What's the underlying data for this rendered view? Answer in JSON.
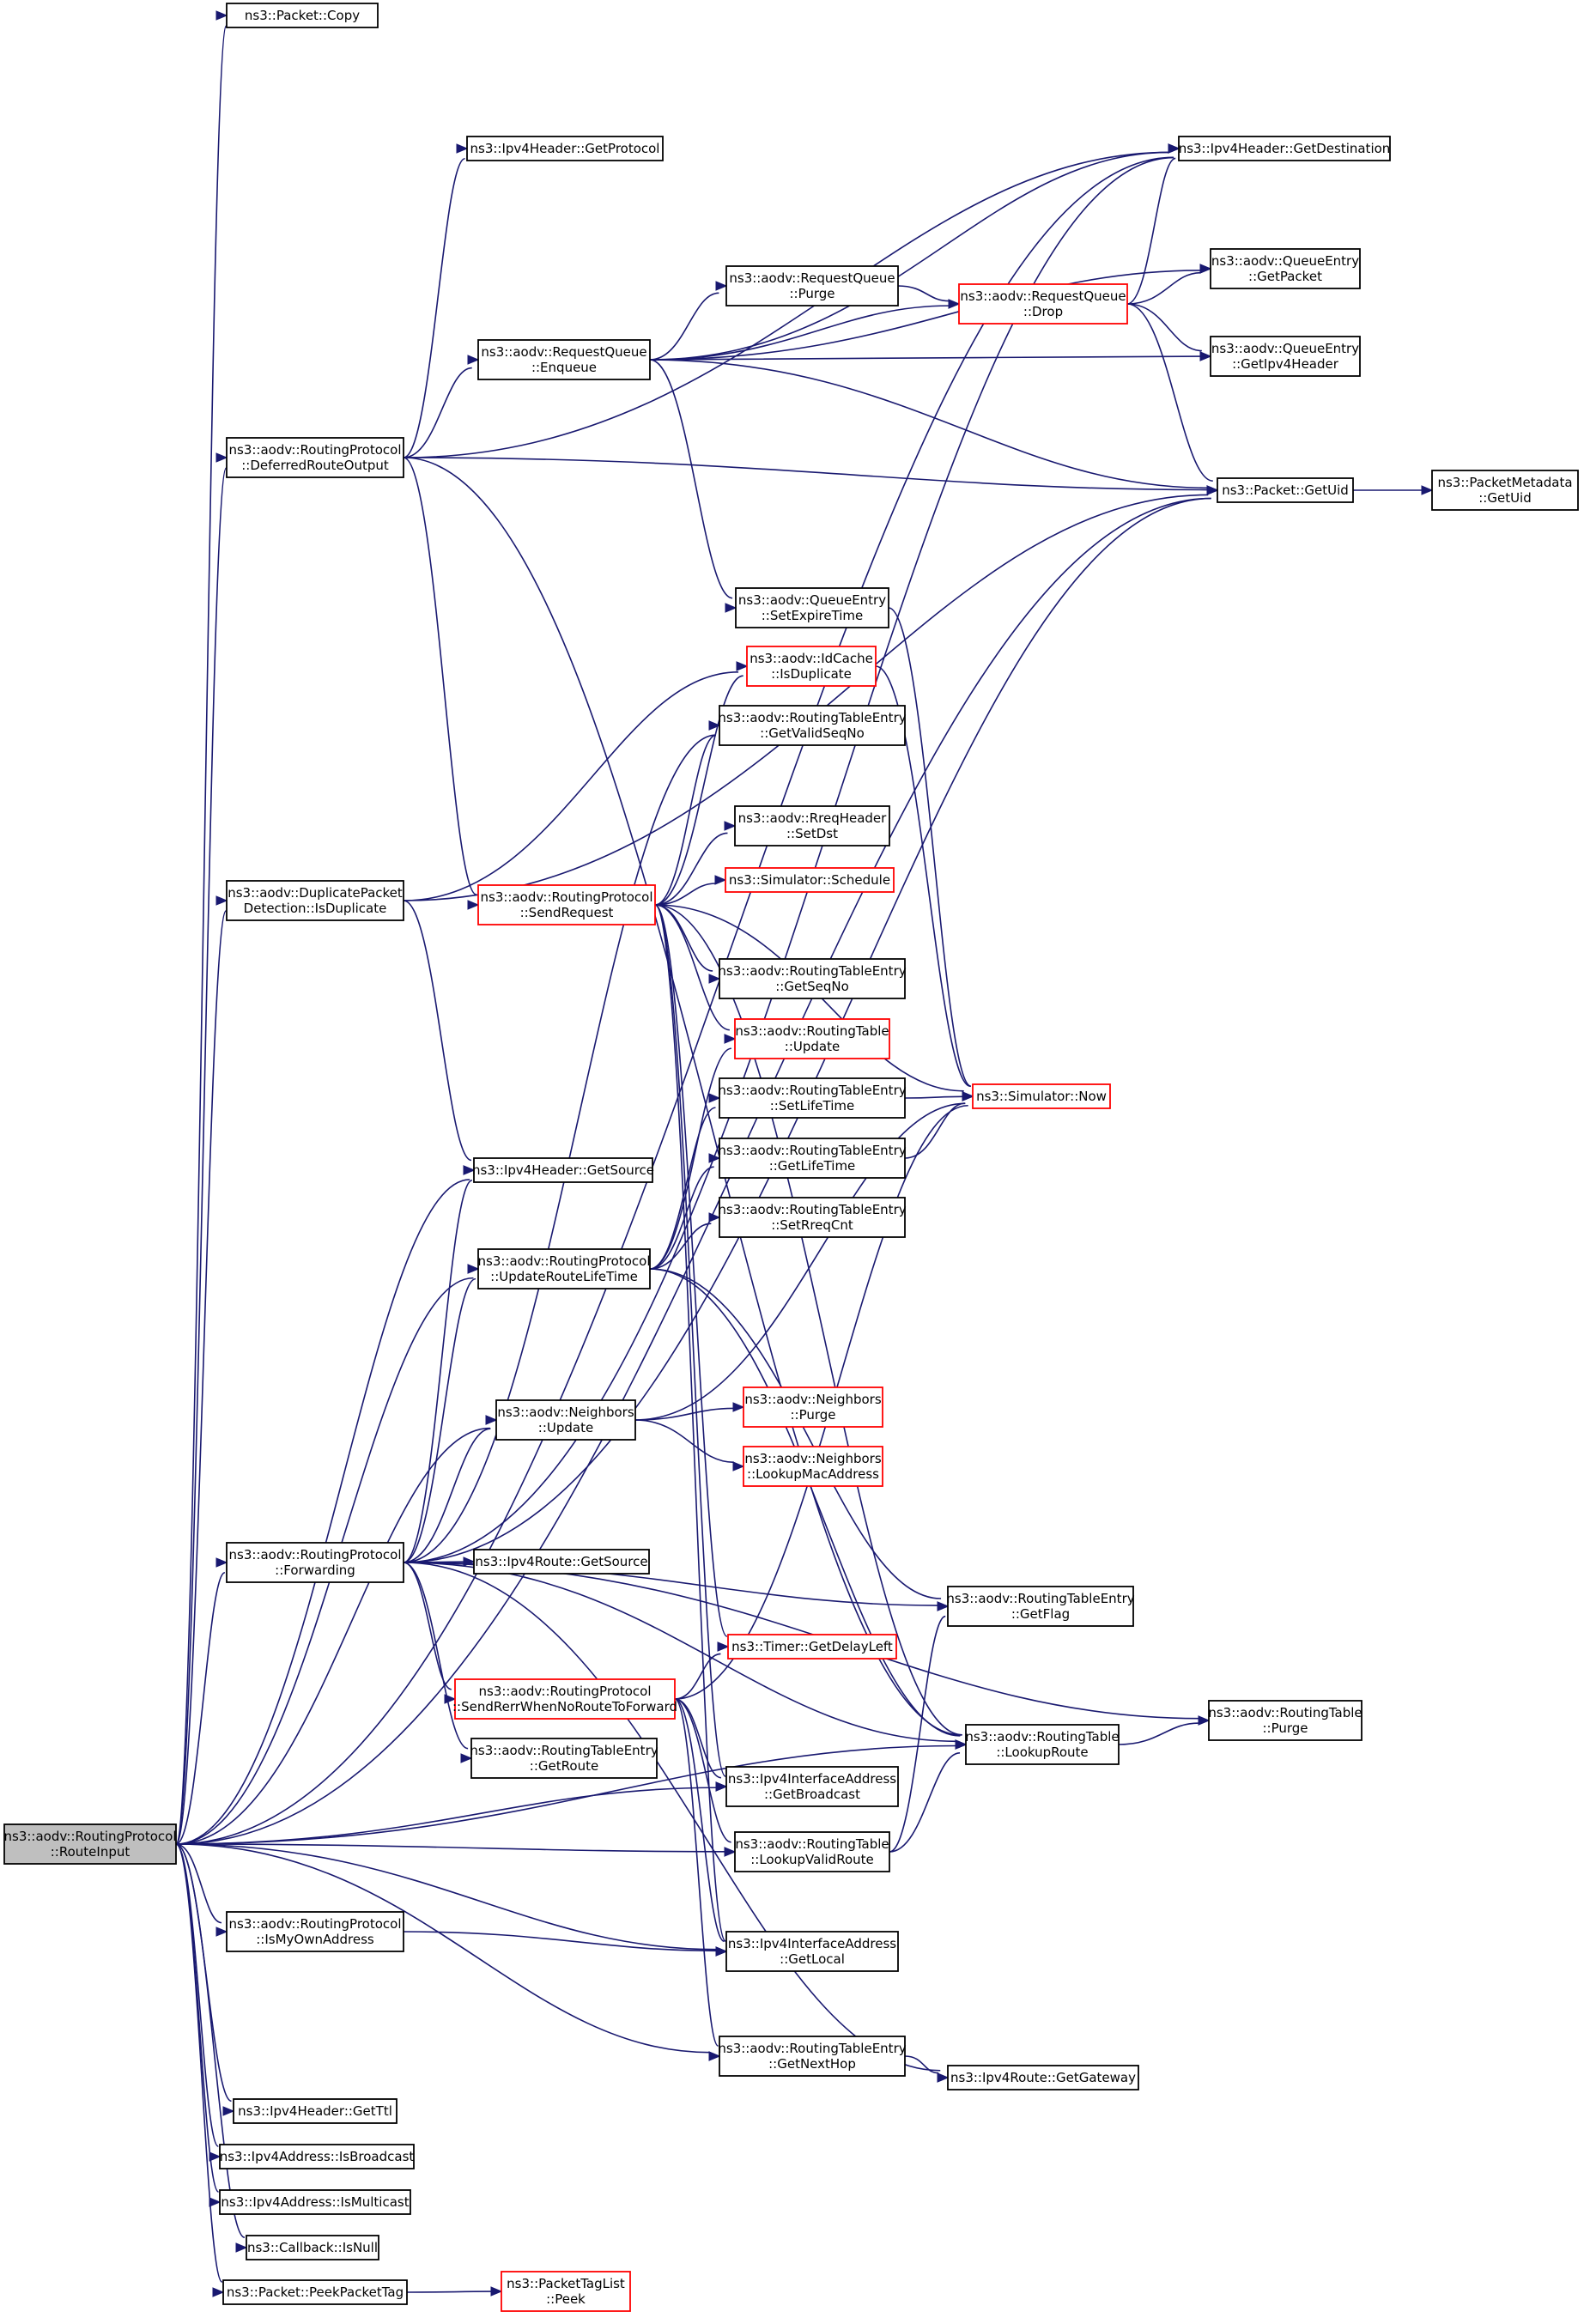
{
  "colors": {
    "edge": "#191970",
    "border_default": "#000000",
    "border_truncated": "#ff0000",
    "fill_default": "#ffffff",
    "fill_focus": "#bfbfbf"
  },
  "nodes": [
    {
      "id": "route_input",
      "lines": [
        "ns3::aodv::RoutingProtocol",
        "::RouteInput"
      ],
      "style": "focus"
    },
    {
      "id": "packet_copy",
      "lines": [
        "ns3::Packet::Copy"
      ],
      "style": "normal"
    },
    {
      "id": "deferred_route_output",
      "lines": [
        "ns3::aodv::RoutingProtocol",
        "::DeferredRouteOutput"
      ],
      "style": "normal"
    },
    {
      "id": "dpd_is_duplicate",
      "lines": [
        "ns3::aodv::DuplicatePacket",
        "Detection::IsDuplicate"
      ],
      "style": "normal"
    },
    {
      "id": "forwarding",
      "lines": [
        "ns3::aodv::RoutingProtocol",
        "::Forwarding"
      ],
      "style": "normal"
    },
    {
      "id": "is_my_own_address",
      "lines": [
        "ns3::aodv::RoutingProtocol",
        "::IsMyOwnAddress"
      ],
      "style": "normal"
    },
    {
      "id": "get_ttl",
      "lines": [
        "ns3::Ipv4Header::GetTtl"
      ],
      "style": "normal"
    },
    {
      "id": "is_broadcast",
      "lines": [
        "ns3::Ipv4Address::IsBroadcast"
      ],
      "style": "normal"
    },
    {
      "id": "is_multicast",
      "lines": [
        "ns3::Ipv4Address::IsMulticast"
      ],
      "style": "normal"
    },
    {
      "id": "callback_is_null",
      "lines": [
        "ns3::Callback::IsNull"
      ],
      "style": "normal"
    },
    {
      "id": "peek_packet_tag",
      "lines": [
        "ns3::Packet::PeekPacketTag"
      ],
      "style": "normal"
    },
    {
      "id": "ipv4header_get_protocol",
      "lines": [
        "ns3::Ipv4Header::GetProtocol"
      ],
      "style": "normal"
    },
    {
      "id": "rq_enqueue",
      "lines": [
        "ns3::aodv::RequestQueue",
        "::Enqueue"
      ],
      "style": "normal"
    },
    {
      "id": "send_request",
      "lines": [
        "ns3::aodv::RoutingProtocol",
        "::SendRequest"
      ],
      "style": "truncated"
    },
    {
      "id": "ipv4header_get_source",
      "lines": [
        "ns3::Ipv4Header::GetSource"
      ],
      "style": "normal"
    },
    {
      "id": "update_route_lifetime",
      "lines": [
        "ns3::aodv::RoutingProtocol",
        "::UpdateRouteLifeTime"
      ],
      "style": "normal"
    },
    {
      "id": "neighbors_update",
      "lines": [
        "ns3::aodv::Neighbors",
        "::Update"
      ],
      "style": "normal"
    },
    {
      "id": "ipv4route_get_source",
      "lines": [
        "ns3::Ipv4Route::GetSource"
      ],
      "style": "normal"
    },
    {
      "id": "send_rerr",
      "lines": [
        "ns3::aodv::RoutingProtocol",
        "::SendRerrWhenNoRouteToForward"
      ],
      "style": "truncated"
    },
    {
      "id": "rte_get_route",
      "lines": [
        "ns3::aodv::RoutingTableEntry",
        "::GetRoute"
      ],
      "style": "normal"
    },
    {
      "id": "rq_purge",
      "lines": [
        "ns3::aodv::RequestQueue",
        "::Purge"
      ],
      "style": "normal"
    },
    {
      "id": "qe_set_expire_time",
      "lines": [
        "ns3::aodv::QueueEntry",
        "::SetExpireTime"
      ],
      "style": "normal"
    },
    {
      "id": "idcache_is_duplicate",
      "lines": [
        "ns3::aodv::IdCache",
        "::IsDuplicate"
      ],
      "style": "truncated"
    },
    {
      "id": "rte_get_valid_seq_no",
      "lines": [
        "ns3::aodv::RoutingTableEntry",
        "::GetValidSeqNo"
      ],
      "style": "normal"
    },
    {
      "id": "rreq_set_dst",
      "lines": [
        "ns3::aodv::RreqHeader",
        "::SetDst"
      ],
      "style": "normal"
    },
    {
      "id": "simulator_schedule",
      "lines": [
        "ns3::Simulator::Schedule"
      ],
      "style": "truncated"
    },
    {
      "id": "rte_get_seq_no",
      "lines": [
        "ns3::aodv::RoutingTableEntry",
        "::GetSeqNo"
      ],
      "style": "normal"
    },
    {
      "id": "rt_update",
      "lines": [
        "ns3::aodv::RoutingTable",
        "::Update"
      ],
      "style": "truncated"
    },
    {
      "id": "rte_set_lifetime",
      "lines": [
        "ns3::aodv::RoutingTableEntry",
        "::SetLifeTime"
      ],
      "style": "normal"
    },
    {
      "id": "rte_get_lifetime",
      "lines": [
        "ns3::aodv::RoutingTableEntry",
        "::GetLifeTime"
      ],
      "style": "normal"
    },
    {
      "id": "rte_set_rreq_cnt",
      "lines": [
        "ns3::aodv::RoutingTableEntry",
        "::SetRreqCnt"
      ],
      "style": "normal"
    },
    {
      "id": "neighbors_purge",
      "lines": [
        "ns3::aodv::Neighbors",
        "::Purge"
      ],
      "style": "truncated"
    },
    {
      "id": "neighbors_lookup_mac",
      "lines": [
        "ns3::aodv::Neighbors",
        "::LookupMacAddress"
      ],
      "style": "truncated"
    },
    {
      "id": "timer_get_delay_left",
      "lines": [
        "ns3::Timer::GetDelayLeft"
      ],
      "style": "truncated"
    },
    {
      "id": "ifaddr_get_broadcast",
      "lines": [
        "ns3::Ipv4InterfaceAddress",
        "::GetBroadcast"
      ],
      "style": "normal"
    },
    {
      "id": "rt_lookup_valid_route",
      "lines": [
        "ns3::aodv::RoutingTable",
        "::LookupValidRoute"
      ],
      "style": "normal"
    },
    {
      "id": "ifaddr_get_local",
      "lines": [
        "ns3::Ipv4InterfaceAddress",
        "::GetLocal"
      ],
      "style": "normal"
    },
    {
      "id": "rte_get_next_hop",
      "lines": [
        "ns3::aodv::RoutingTableEntry",
        "::GetNextHop"
      ],
      "style": "normal"
    },
    {
      "id": "packet_tag_list_peek",
      "lines": [
        "ns3::PacketTagList",
        "::Peek"
      ],
      "style": "truncated"
    },
    {
      "id": "ipv4header_get_destination",
      "lines": [
        "ns3::Ipv4Header::GetDestination"
      ],
      "style": "normal"
    },
    {
      "id": "rq_drop",
      "lines": [
        "ns3::aodv::RequestQueue",
        "::Drop"
      ],
      "style": "truncated"
    },
    {
      "id": "simulator_now",
      "lines": [
        "ns3::Simulator::Now"
      ],
      "style": "truncated"
    },
    {
      "id": "rte_get_flag",
      "lines": [
        "ns3::aodv::RoutingTableEntry",
        "::GetFlag"
      ],
      "style": "normal"
    },
    {
      "id": "rt_lookup_route",
      "lines": [
        "ns3::aodv::RoutingTable",
        "::LookupRoute"
      ],
      "style": "normal"
    },
    {
      "id": "ipv4route_get_gateway",
      "lines": [
        "ns3::Ipv4Route::GetGateway"
      ],
      "style": "normal"
    },
    {
      "id": "qe_get_packet",
      "lines": [
        "ns3::aodv::QueueEntry",
        "::GetPacket"
      ],
      "style": "normal"
    },
    {
      "id": "qe_get_ipv4_header",
      "lines": [
        "ns3::aodv::QueueEntry",
        "::GetIpv4Header"
      ],
      "style": "normal"
    },
    {
      "id": "packet_get_uid",
      "lines": [
        "ns3::Packet::GetUid"
      ],
      "style": "normal"
    },
    {
      "id": "rt_purge",
      "lines": [
        "ns3::aodv::RoutingTable",
        "::Purge"
      ],
      "style": "normal"
    },
    {
      "id": "packet_metadata_get_uid",
      "lines": [
        "ns3::PacketMetadata",
        "::GetUid"
      ],
      "style": "normal"
    }
  ],
  "edges": [
    [
      "route_input",
      "packet_copy"
    ],
    [
      "route_input",
      "deferred_route_output"
    ],
    [
      "route_input",
      "dpd_is_duplicate"
    ],
    [
      "route_input",
      "forwarding"
    ],
    [
      "route_input",
      "is_my_own_address"
    ],
    [
      "route_input",
      "get_ttl"
    ],
    [
      "route_input",
      "is_broadcast"
    ],
    [
      "route_input",
      "is_multicast"
    ],
    [
      "route_input",
      "callback_is_null"
    ],
    [
      "route_input",
      "peek_packet_tag"
    ],
    [
      "route_input",
      "ipv4header_get_destination"
    ],
    [
      "route_input",
      "packet_get_uid"
    ],
    [
      "route_input",
      "ipv4header_get_source"
    ],
    [
      "route_input",
      "update_route_lifetime"
    ],
    [
      "route_input",
      "neighbors_update"
    ],
    [
      "route_input",
      "ifaddr_get_broadcast"
    ],
    [
      "route_input",
      "rt_lookup_valid_route"
    ],
    [
      "route_input",
      "ifaddr_get_local"
    ],
    [
      "route_input",
      "rte_get_next_hop"
    ],
    [
      "route_input",
      "rt_lookup_route"
    ],
    [
      "deferred_route_output",
      "ipv4header_get_protocol"
    ],
    [
      "deferred_route_output",
      "ipv4header_get_destination"
    ],
    [
      "deferred_route_output",
      "rq_enqueue"
    ],
    [
      "deferred_route_output",
      "packet_get_uid"
    ],
    [
      "deferred_route_output",
      "send_request"
    ],
    [
      "deferred_route_output",
      "rt_lookup_route"
    ],
    [
      "dpd_is_duplicate",
      "idcache_is_duplicate"
    ],
    [
      "dpd_is_duplicate",
      "ipv4header_get_source"
    ],
    [
      "dpd_is_duplicate",
      "packet_get_uid"
    ],
    [
      "forwarding",
      "ipv4header_get_destination"
    ],
    [
      "forwarding",
      "ipv4header_get_source"
    ],
    [
      "forwarding",
      "update_route_lifetime"
    ],
    [
      "forwarding",
      "neighbors_update"
    ],
    [
      "forwarding",
      "ipv4route_get_source"
    ],
    [
      "forwarding",
      "rte_get_flag"
    ],
    [
      "forwarding",
      "send_rerr"
    ],
    [
      "forwarding",
      "rte_get_route"
    ],
    [
      "forwarding",
      "rt_lookup_route"
    ],
    [
      "forwarding",
      "rt_purge"
    ],
    [
      "forwarding",
      "ipv4route_get_gateway"
    ],
    [
      "forwarding",
      "packet_get_uid"
    ],
    [
      "forwarding",
      "rte_get_valid_seq_no"
    ],
    [
      "is_my_own_address",
      "ifaddr_get_local"
    ],
    [
      "peek_packet_tag",
      "packet_tag_list_peek"
    ],
    [
      "rq_enqueue",
      "ipv4header_get_destination"
    ],
    [
      "rq_enqueue",
      "rq_purge"
    ],
    [
      "rq_enqueue",
      "rq_drop"
    ],
    [
      "rq_enqueue",
      "qe_get_packet"
    ],
    [
      "rq_enqueue",
      "qe_get_ipv4_header"
    ],
    [
      "rq_enqueue",
      "packet_get_uid"
    ],
    [
      "rq_enqueue",
      "qe_set_expire_time"
    ],
    [
      "rq_purge",
      "rq_drop"
    ],
    [
      "rq_drop",
      "ipv4header_get_destination"
    ],
    [
      "rq_drop",
      "qe_get_packet"
    ],
    [
      "rq_drop",
      "qe_get_ipv4_header"
    ],
    [
      "rq_drop",
      "packet_get_uid"
    ],
    [
      "packet_get_uid",
      "packet_metadata_get_uid"
    ],
    [
      "qe_set_expire_time",
      "simulator_now"
    ],
    [
      "idcache_is_duplicate",
      "simulator_now"
    ],
    [
      "send_request",
      "idcache_is_duplicate"
    ],
    [
      "send_request",
      "rte_get_valid_seq_no"
    ],
    [
      "send_request",
      "rreq_set_dst"
    ],
    [
      "send_request",
      "simulator_schedule"
    ],
    [
      "send_request",
      "rte_get_seq_no"
    ],
    [
      "send_request",
      "rt_update"
    ],
    [
      "send_request",
      "simulator_now"
    ],
    [
      "send_request",
      "rt_lookup_route"
    ],
    [
      "send_request",
      "timer_get_delay_left"
    ],
    [
      "send_request",
      "ifaddr_get_broadcast"
    ],
    [
      "send_request",
      "ifaddr_get_local"
    ],
    [
      "update_route_lifetime",
      "rt_update"
    ],
    [
      "update_route_lifetime",
      "rte_set_lifetime"
    ],
    [
      "update_route_lifetime",
      "rte_get_lifetime"
    ],
    [
      "update_route_lifetime",
      "rte_set_rreq_cnt"
    ],
    [
      "update_route_lifetime",
      "rte_get_flag"
    ],
    [
      "update_route_lifetime",
      "rt_lookup_route"
    ],
    [
      "rte_set_lifetime",
      "simulator_now"
    ],
    [
      "rte_get_lifetime",
      "simulator_now"
    ],
    [
      "neighbors_update",
      "neighbors_purge"
    ],
    [
      "neighbors_update",
      "neighbors_lookup_mac"
    ],
    [
      "neighbors_update",
      "simulator_now"
    ],
    [
      "send_rerr",
      "timer_get_delay_left"
    ],
    [
      "send_rerr",
      "simulator_now"
    ],
    [
      "send_rerr",
      "ifaddr_get_broadcast"
    ],
    [
      "send_rerr",
      "rt_lookup_valid_route"
    ],
    [
      "send_rerr",
      "ifaddr_get_local"
    ],
    [
      "send_rerr",
      "rte_get_next_hop"
    ],
    [
      "rt_lookup_valid_route",
      "rt_lookup_route"
    ],
    [
      "rt_lookup_valid_route",
      "rte_get_flag"
    ],
    [
      "rt_lookup_route",
      "rt_purge"
    ],
    [
      "rte_get_next_hop",
      "ipv4route_get_gateway"
    ]
  ]
}
